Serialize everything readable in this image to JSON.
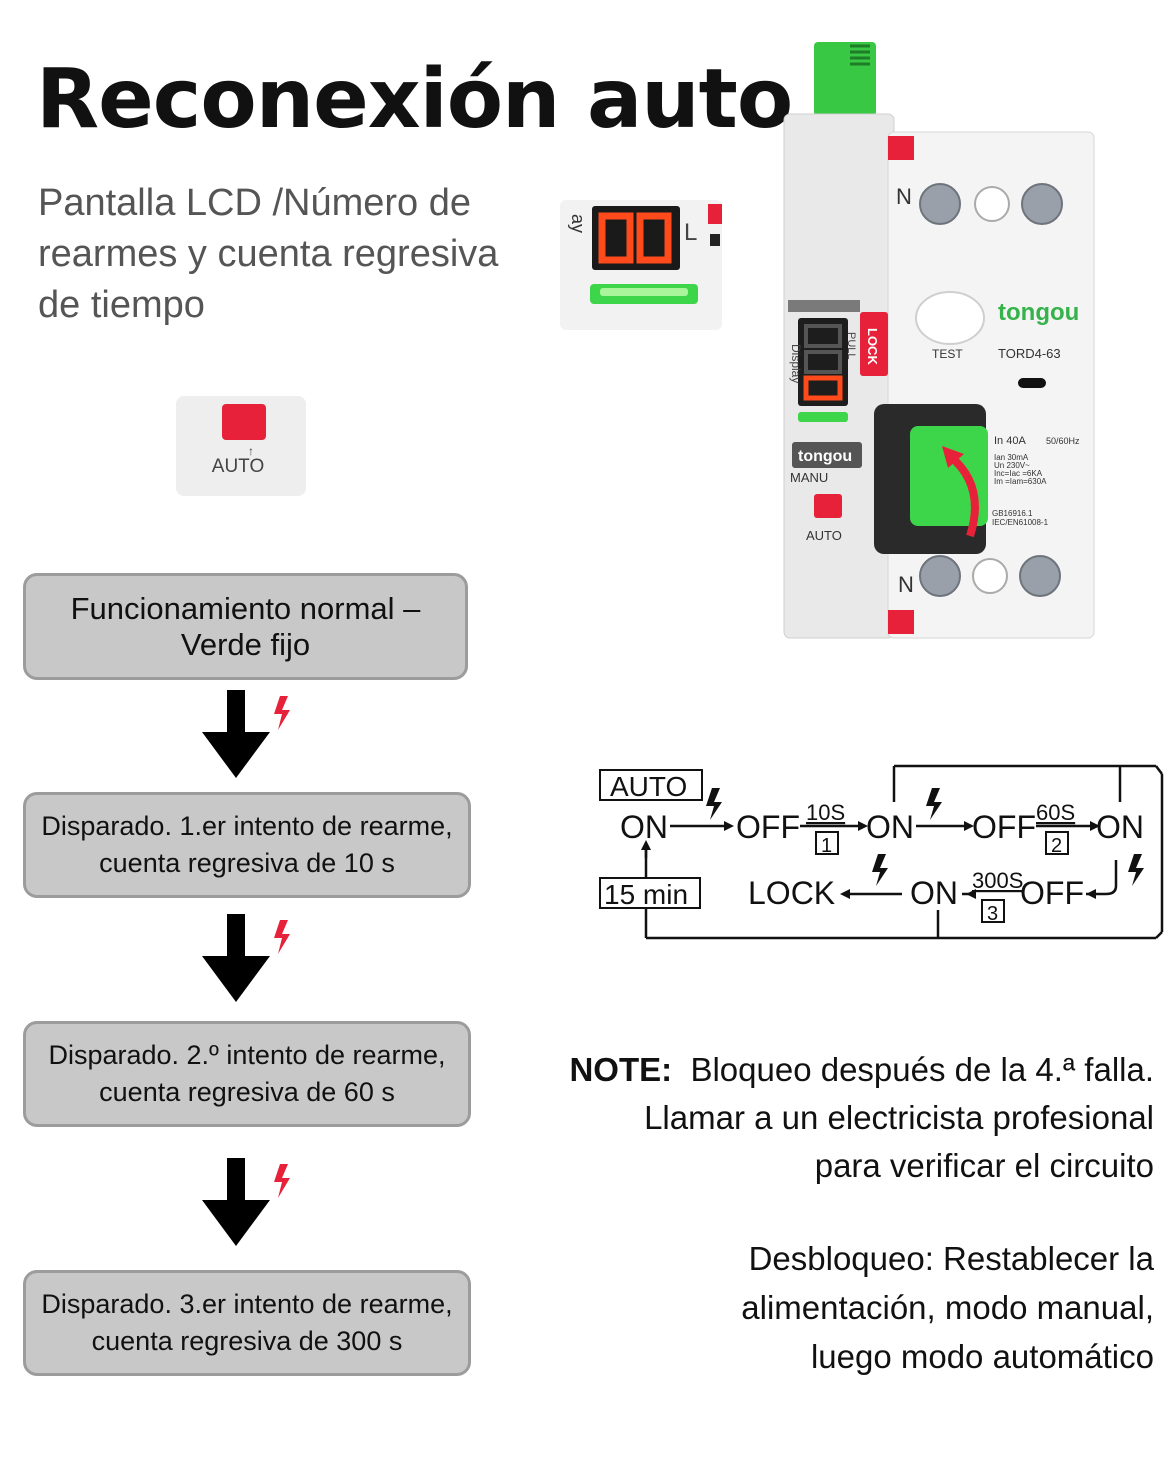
{
  "title": "Reconexión auto",
  "subtitle": "Pantalla LCD  /Número de rearmes y cuenta regresiva de tiempo",
  "lcd_detail": {
    "side_label": "ay",
    "letter": "L"
  },
  "auto_switch": {
    "label": "AUTO"
  },
  "steps": [
    {
      "line1": "Funcionamiento normal –",
      "line2": "Verde fijo"
    },
    {
      "line1": "Disparado. 1.er intento de rearme,",
      "line2": "cuenta regresiva de 10 s"
    },
    {
      "line1": "Disparado. 2.º intento de rearme,",
      "line2": "cuenta regresiva de 60 s"
    },
    {
      "line1": "Disparado. 3.er intento de rearme,",
      "line2": "cuenta regresiva de 300 s"
    }
  ],
  "device": {
    "brand": "tongou",
    "model": "TORD4-63",
    "test_label": "TEST",
    "neutral": "N",
    "display_label": "Display",
    "lock_label": "LOCK",
    "pull_label": "PULL",
    "manu_label": "MANU",
    "auto_label": "AUTO",
    "rating": "In 40A",
    "freq": "50/60Hz",
    "spec1": "Ian 30mA",
    "spec2": "Un 230V~",
    "spec3": "Inc=Iac =6KA",
    "spec4": "Im =Iam=630A",
    "std1": "GB16916.1",
    "std2": "IEC/EN61008-1"
  },
  "flow": {
    "auto": "AUTO",
    "on1": "ON",
    "off1": "OFF",
    "t1": "10S",
    "n1": "1",
    "on2": "ON",
    "off2": "OFF",
    "t2": "60S",
    "n2": "2",
    "on3": "ON",
    "min15": "15 min",
    "lock": "LOCK",
    "on4": "ON",
    "t3": "300S",
    "n3": "3",
    "off3": "OFF"
  },
  "note": {
    "label": "NOTE:",
    "line1": "Bloqueo después de la 4.ª falla.",
    "line2": "Llamar a un electricista profesional",
    "line3": "para verificar el circuito"
  },
  "unlock": {
    "line1": "Desbloqueo: Restablecer la",
    "line2": "alimentación, modo manual,",
    "line3": "luego modo automático"
  },
  "colors": {
    "step_bg": "#c8c8c8",
    "step_border": "#9c9c9c",
    "green": "#3dd64a",
    "red": "#e8213a",
    "bolt": "#e8213a"
  }
}
